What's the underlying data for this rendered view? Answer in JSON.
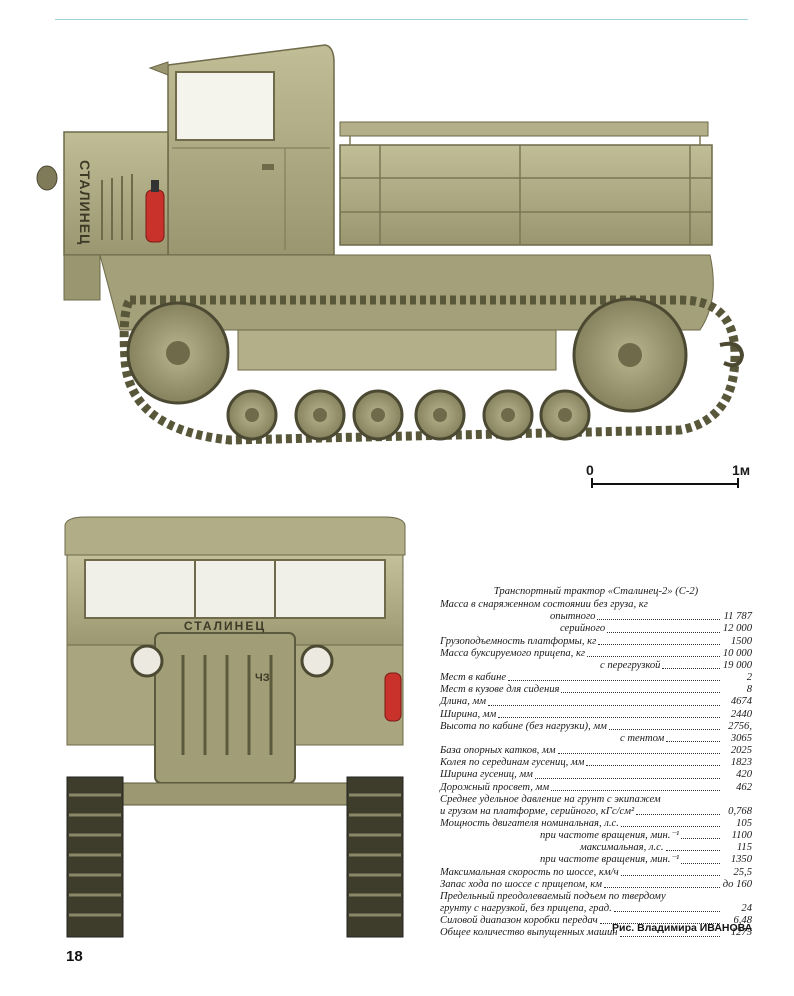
{
  "header_rule_color": "#9fd3dc",
  "side_view": {
    "hood_lettering": "СТАЛИНЕЦ",
    "body_color": "#a9a57e"
  },
  "scale": {
    "start": "0",
    "end": "1м"
  },
  "front_view": {
    "grille_badge": "СТАЛИНЕЦ",
    "grille_emblem": "ЧЗ"
  },
  "spec_table": {
    "title": "Транспортный трактор «Сталинец-2» (С-2)",
    "rows": [
      {
        "label": "Масса в снаряженном состоянии без груза, кг",
        "value": ""
      },
      {
        "label": "опытного",
        "value": "11 787"
      },
      {
        "label": "серийного",
        "value": "12 000"
      },
      {
        "label": "Грузоподъемность платформы, кг",
        "value": "1500"
      },
      {
        "label": "Масса буксируемого прицепа, кг",
        "value": "10 000"
      },
      {
        "label": "с перегрузкой",
        "value": "19 000"
      },
      {
        "label": "Мест в кабине",
        "value": "2"
      },
      {
        "label": "Мест в кузове для сидения",
        "value": "8"
      },
      {
        "label": "Длина, мм",
        "value": "4674"
      },
      {
        "label": "Ширина, мм",
        "value": "2440"
      },
      {
        "label": "Высота по кабине (без нагрузки), мм",
        "value": "2756,"
      },
      {
        "label": "с тентом",
        "value": "3065"
      },
      {
        "label": "База опорных катков, мм",
        "value": "2025"
      },
      {
        "label": "Колея по серединам гусениц, мм",
        "value": "1823"
      },
      {
        "label": "Ширина гусениц, мм",
        "value": "420"
      },
      {
        "label": "Дорожный просвет, мм",
        "value": "462"
      },
      {
        "label": "Среднее удельное давление на грунт с экипажем",
        "value": ""
      },
      {
        "label": "и грузом на платформе, серийного, кГс/см²",
        "value": "0,768"
      },
      {
        "label": "Мощность двигателя номинальная, л.с.",
        "value": "105"
      },
      {
        "label": "при частоте вращения, мин.⁻¹",
        "value": "1100"
      },
      {
        "label": "максимальная, л.с.",
        "value": "115"
      },
      {
        "label": "при частоте вращения, мин.⁻¹",
        "value": "1350"
      },
      {
        "label": "Максимальная скорость по шоссе, км/ч",
        "value": "25,5"
      },
      {
        "label": "Запас хода по шоссе с прицепом, км",
        "value": "до 160"
      },
      {
        "label": "Предельный преодолеваемый подъем по твердому",
        "value": ""
      },
      {
        "label": "грунту с нагрузкой, без прицепа, град.",
        "value": "24"
      },
      {
        "label": "Силовой диапазон коробки передач",
        "value": "6,48"
      },
      {
        "label": "Общее количество выпущенных машин",
        "value": "1275"
      }
    ]
  },
  "credit": {
    "prefix": "Рис.",
    "author": "Владимира ИВАНОВА"
  },
  "page_number": "18"
}
